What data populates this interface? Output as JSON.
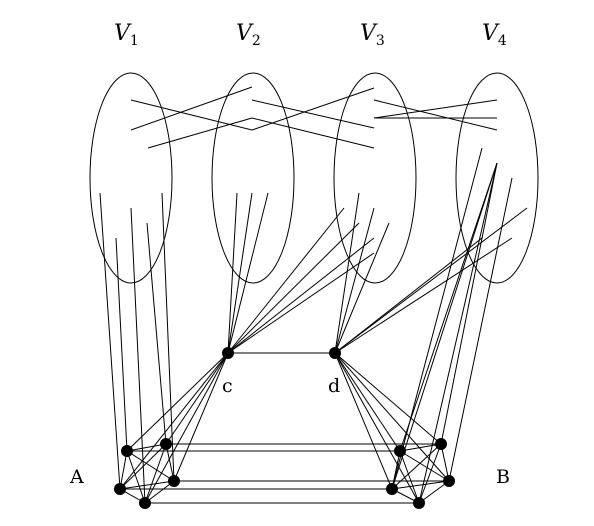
{
  "set_labels": [
    {
      "letter": "V",
      "sub": "1"
    },
    {
      "letter": "V",
      "sub": "2"
    },
    {
      "letter": "V",
      "sub": "3"
    },
    {
      "letter": "V",
      "sub": "4"
    }
  ],
  "node_labels": {
    "c": "c",
    "d": "d",
    "A": "A",
    "B": "B"
  },
  "colors": {
    "stroke": "#000000",
    "background": "#ffffff"
  }
}
